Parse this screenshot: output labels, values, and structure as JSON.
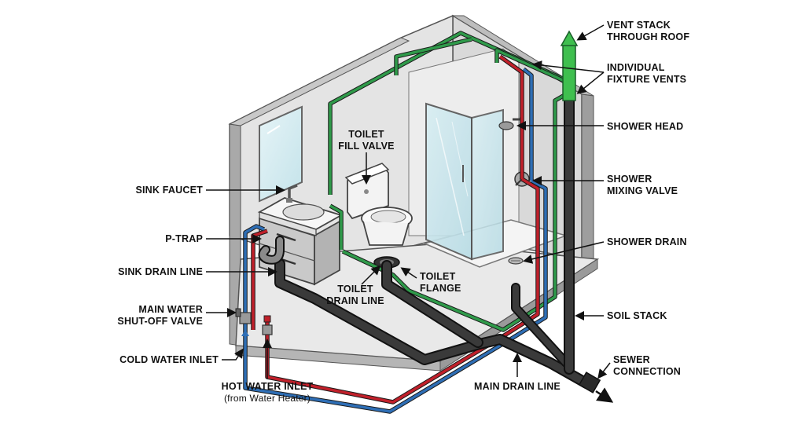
{
  "labels": {
    "vent_stack": [
      "VENT STACK",
      "THROUGH ROOF"
    ],
    "individual_fixture_vents": [
      "INDIVIDUAL",
      "FIXTURE VENTS"
    ],
    "shower_head": "SHOWER HEAD",
    "shower_mixing_valve": [
      "SHOWER",
      "MIXING VALVE"
    ],
    "shower_drain": "SHOWER DRAIN",
    "soil_stack": "SOIL STACK",
    "sewer_connection": [
      "SEWER",
      "CONNECTION"
    ],
    "main_drain_line": "MAIN DRAIN LINE",
    "hot_water_inlet": [
      "HOT WATER INLET",
      "(from Water Heater)"
    ],
    "cold_water_inlet": "COLD WATER INLET",
    "main_water_shutoff": [
      "MAIN WATER",
      "SHUT-OFF VALVE"
    ],
    "sink_drain_line": "SINK DRAIN LINE",
    "p_trap": "P-TRAP",
    "sink_faucet": "SINK FAUCET",
    "toilet_fill_valve": [
      "TOILET",
      "FILL VALVE"
    ],
    "toilet_drain_line": [
      "TOILET",
      "DRAIN LINE"
    ],
    "toilet_flange": [
      "TOILET",
      "FLANGE"
    ]
  },
  "colors": {
    "hot_supply": "#c0202a",
    "cold_supply": "#2e6eb5",
    "vent": "#2f9a4a",
    "drain": "#2a2a2a",
    "vent_cap": "#3fbf4f"
  }
}
